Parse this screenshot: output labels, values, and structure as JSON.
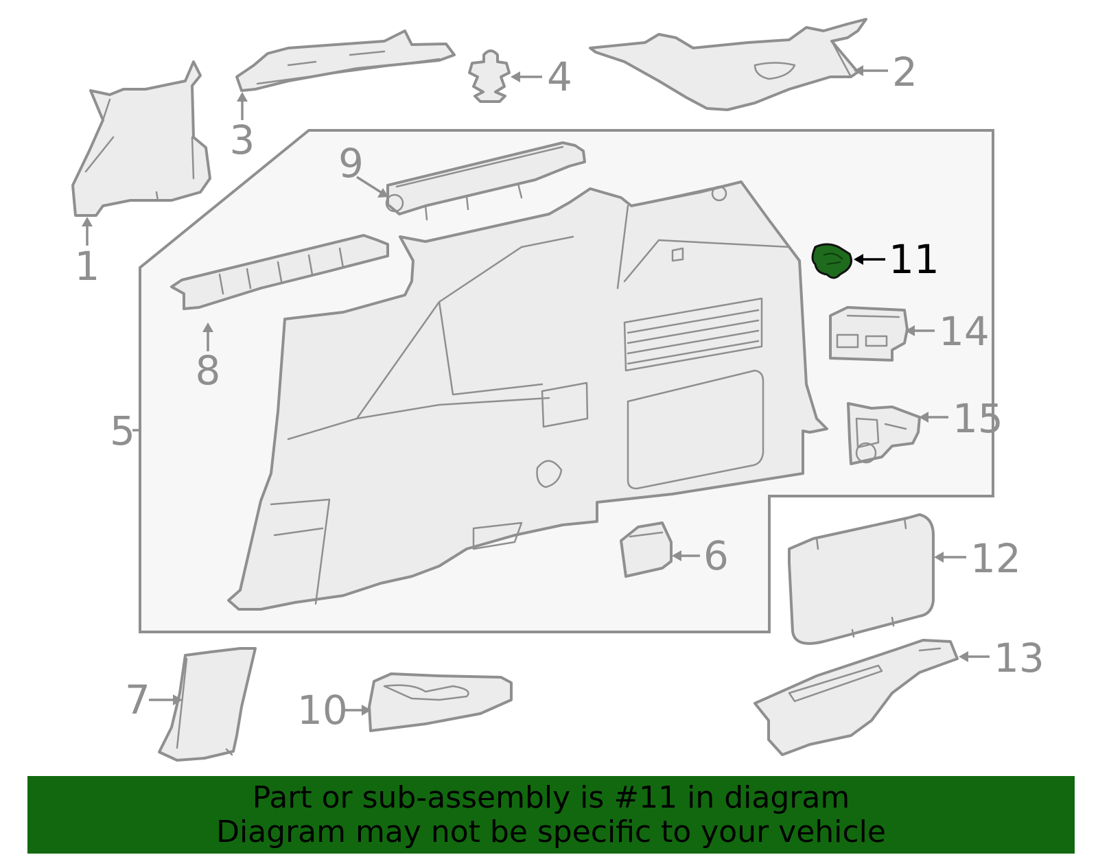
{
  "colors": {
    "line": "#8f8f8f",
    "highlight_fill": "#1e6b1e",
    "banner_bg": "#12680f",
    "box_fill": "#f7f7f7"
  },
  "highlighted_part": "11",
  "callouts": [
    {
      "id": "1",
      "label": "1"
    },
    {
      "id": "2",
      "label": "2"
    },
    {
      "id": "3",
      "label": "3"
    },
    {
      "id": "4",
      "label": "4"
    },
    {
      "id": "5",
      "label": "5"
    },
    {
      "id": "6",
      "label": "6"
    },
    {
      "id": "7",
      "label": "7"
    },
    {
      "id": "8",
      "label": "8"
    },
    {
      "id": "9",
      "label": "9"
    },
    {
      "id": "10",
      "label": "10"
    },
    {
      "id": "11",
      "label": "11"
    },
    {
      "id": "12",
      "label": "12"
    },
    {
      "id": "13",
      "label": "13"
    },
    {
      "id": "14",
      "label": "14"
    },
    {
      "id": "15",
      "label": "15"
    }
  ],
  "banner": {
    "line1": "Part or sub-assembly is #11 in diagram",
    "line2": "Diagram may not be specific to your vehicle"
  }
}
